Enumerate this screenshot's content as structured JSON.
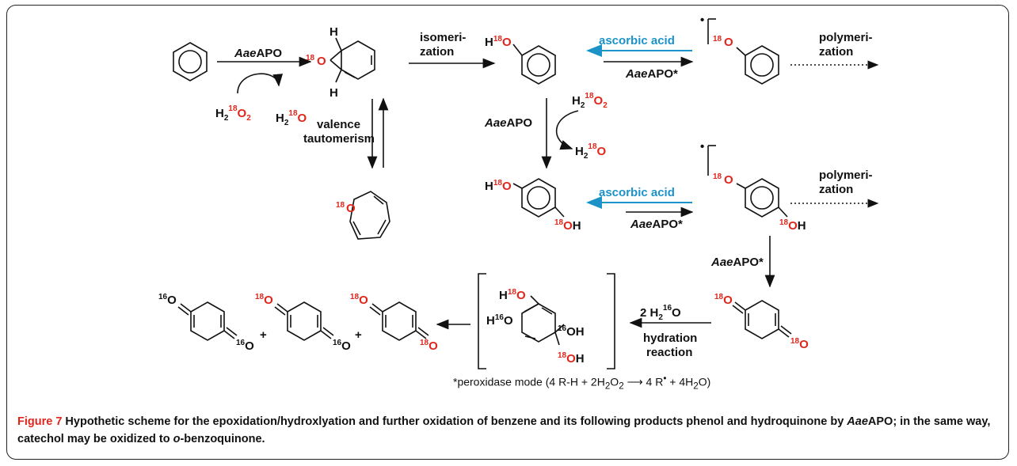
{
  "labels": {
    "aae": "Aae",
    "apo": "APO",
    "apo_star": "APO*",
    "isomerization_1": "isomeri-",
    "isomerization_2": "zation",
    "polymerization_1": "polymeri-",
    "polymerization_2": "zation",
    "ascorbic_acid": "ascorbic acid",
    "valence": "valence",
    "tautomerism": "tautomerism",
    "hydration": "hydration",
    "reaction": "reaction",
    "h2": "H",
    "two": "2",
    "o18": "18",
    "o16": "16",
    "o": "O",
    "oh": "OH",
    "h": "H",
    "plus": "+",
    "two_h2_16o": "2 H",
    "radical_dot": "•"
  },
  "footnote": {
    "prefix": "*peroxidase mode (4 R-H + 2H",
    "sub2": "2",
    "o2": "O",
    "mid": "  4 R",
    "dot": "•",
    "tail": " + 4H",
    "tailsub": "2",
    "end": "O)"
  },
  "caption": {
    "figure": "Figure 7",
    "text_1": " Hypothetic scheme for the epoxidation/hydroxlyation and further oxidation of benzene and its following products phenol and hydroquinone by ",
    "text_aae": "Aae",
    "text_2": "APO; in the same way, catechol may be oxidized to ",
    "text_o": "o",
    "text_3": "-benzoquinone."
  },
  "colors": {
    "isotope_red": "#e1251b",
    "ascorbic_blue": "#1b93c9",
    "ink": "#111111"
  }
}
